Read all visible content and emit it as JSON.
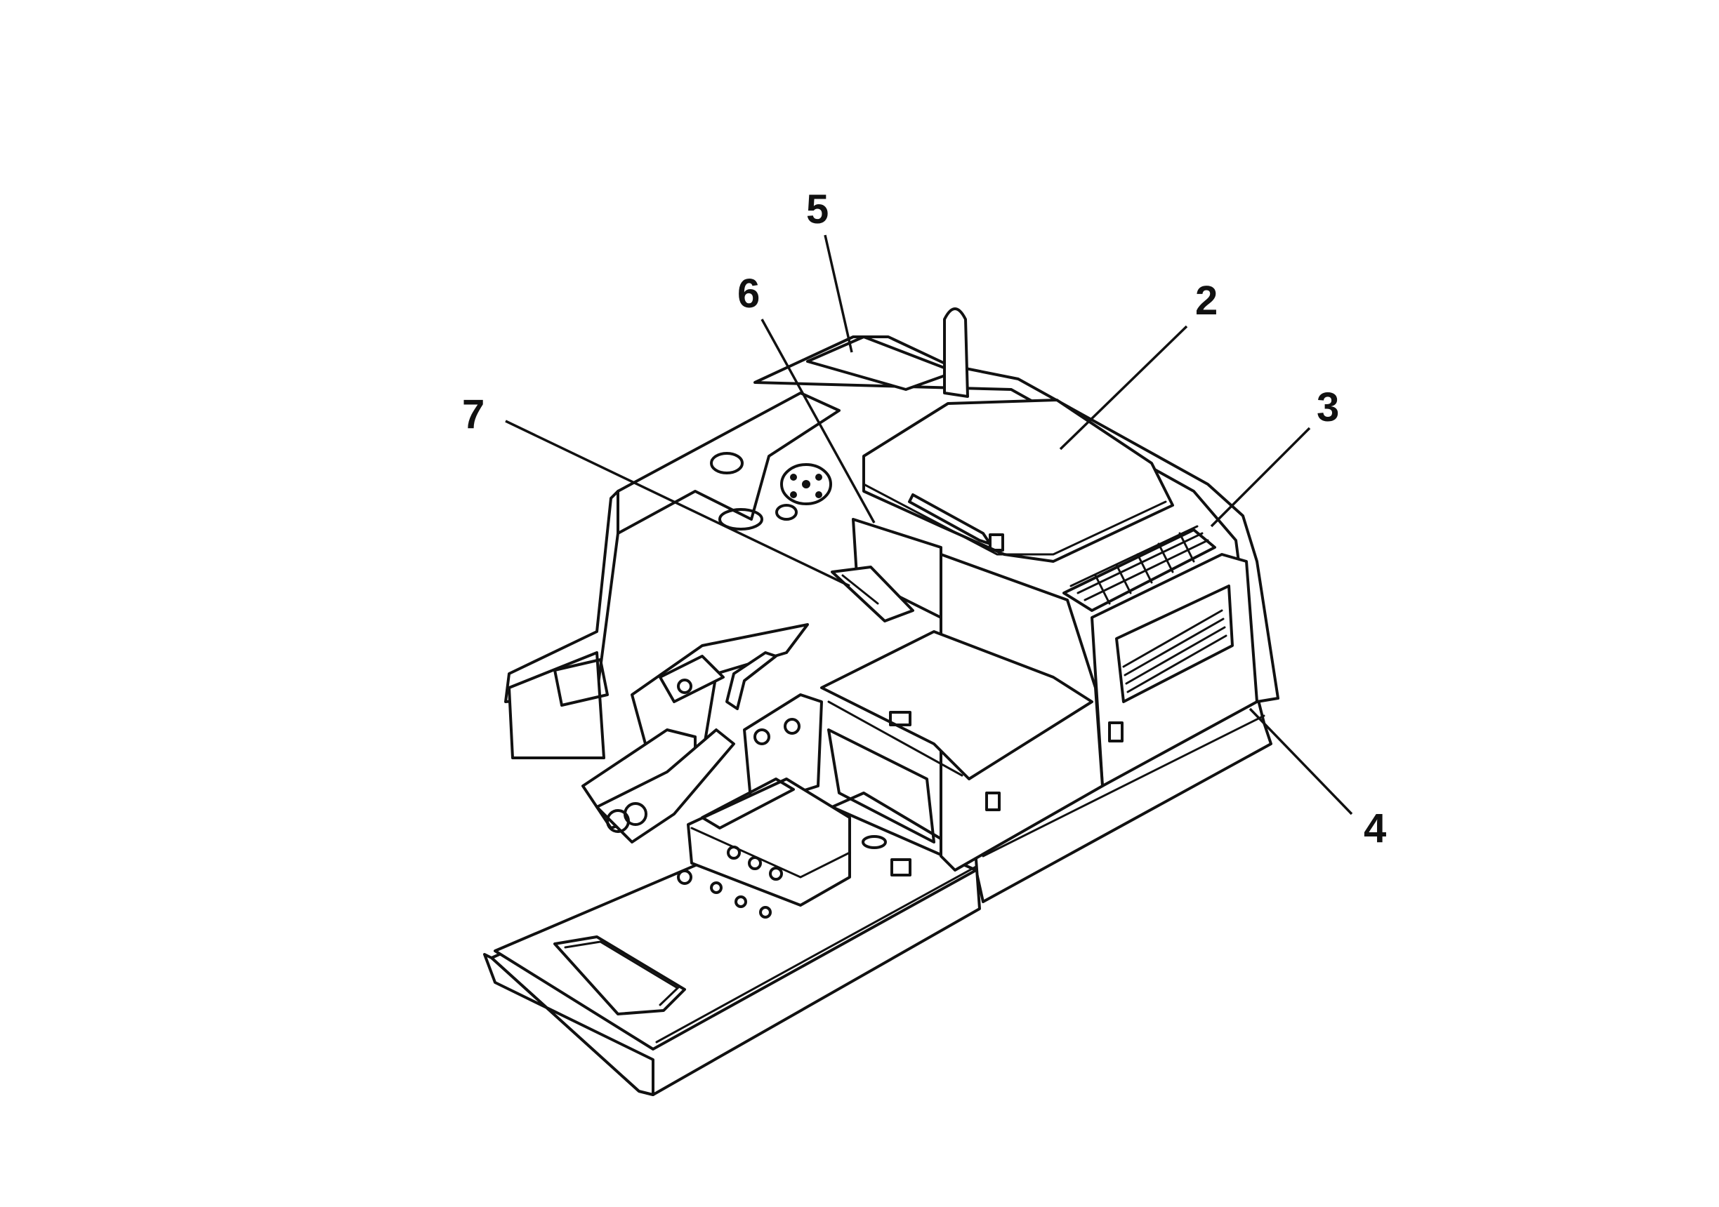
{
  "callouts": [
    {
      "id": "c5",
      "label": "5"
    },
    {
      "id": "c6",
      "label": "6"
    },
    {
      "id": "c2",
      "label": "2"
    },
    {
      "id": "c7",
      "label": "7"
    },
    {
      "id": "c3",
      "label": "3"
    },
    {
      "id": "c4",
      "label": "4"
    }
  ],
  "colors": {
    "line": "#111111",
    "background": "#ffffff"
  }
}
